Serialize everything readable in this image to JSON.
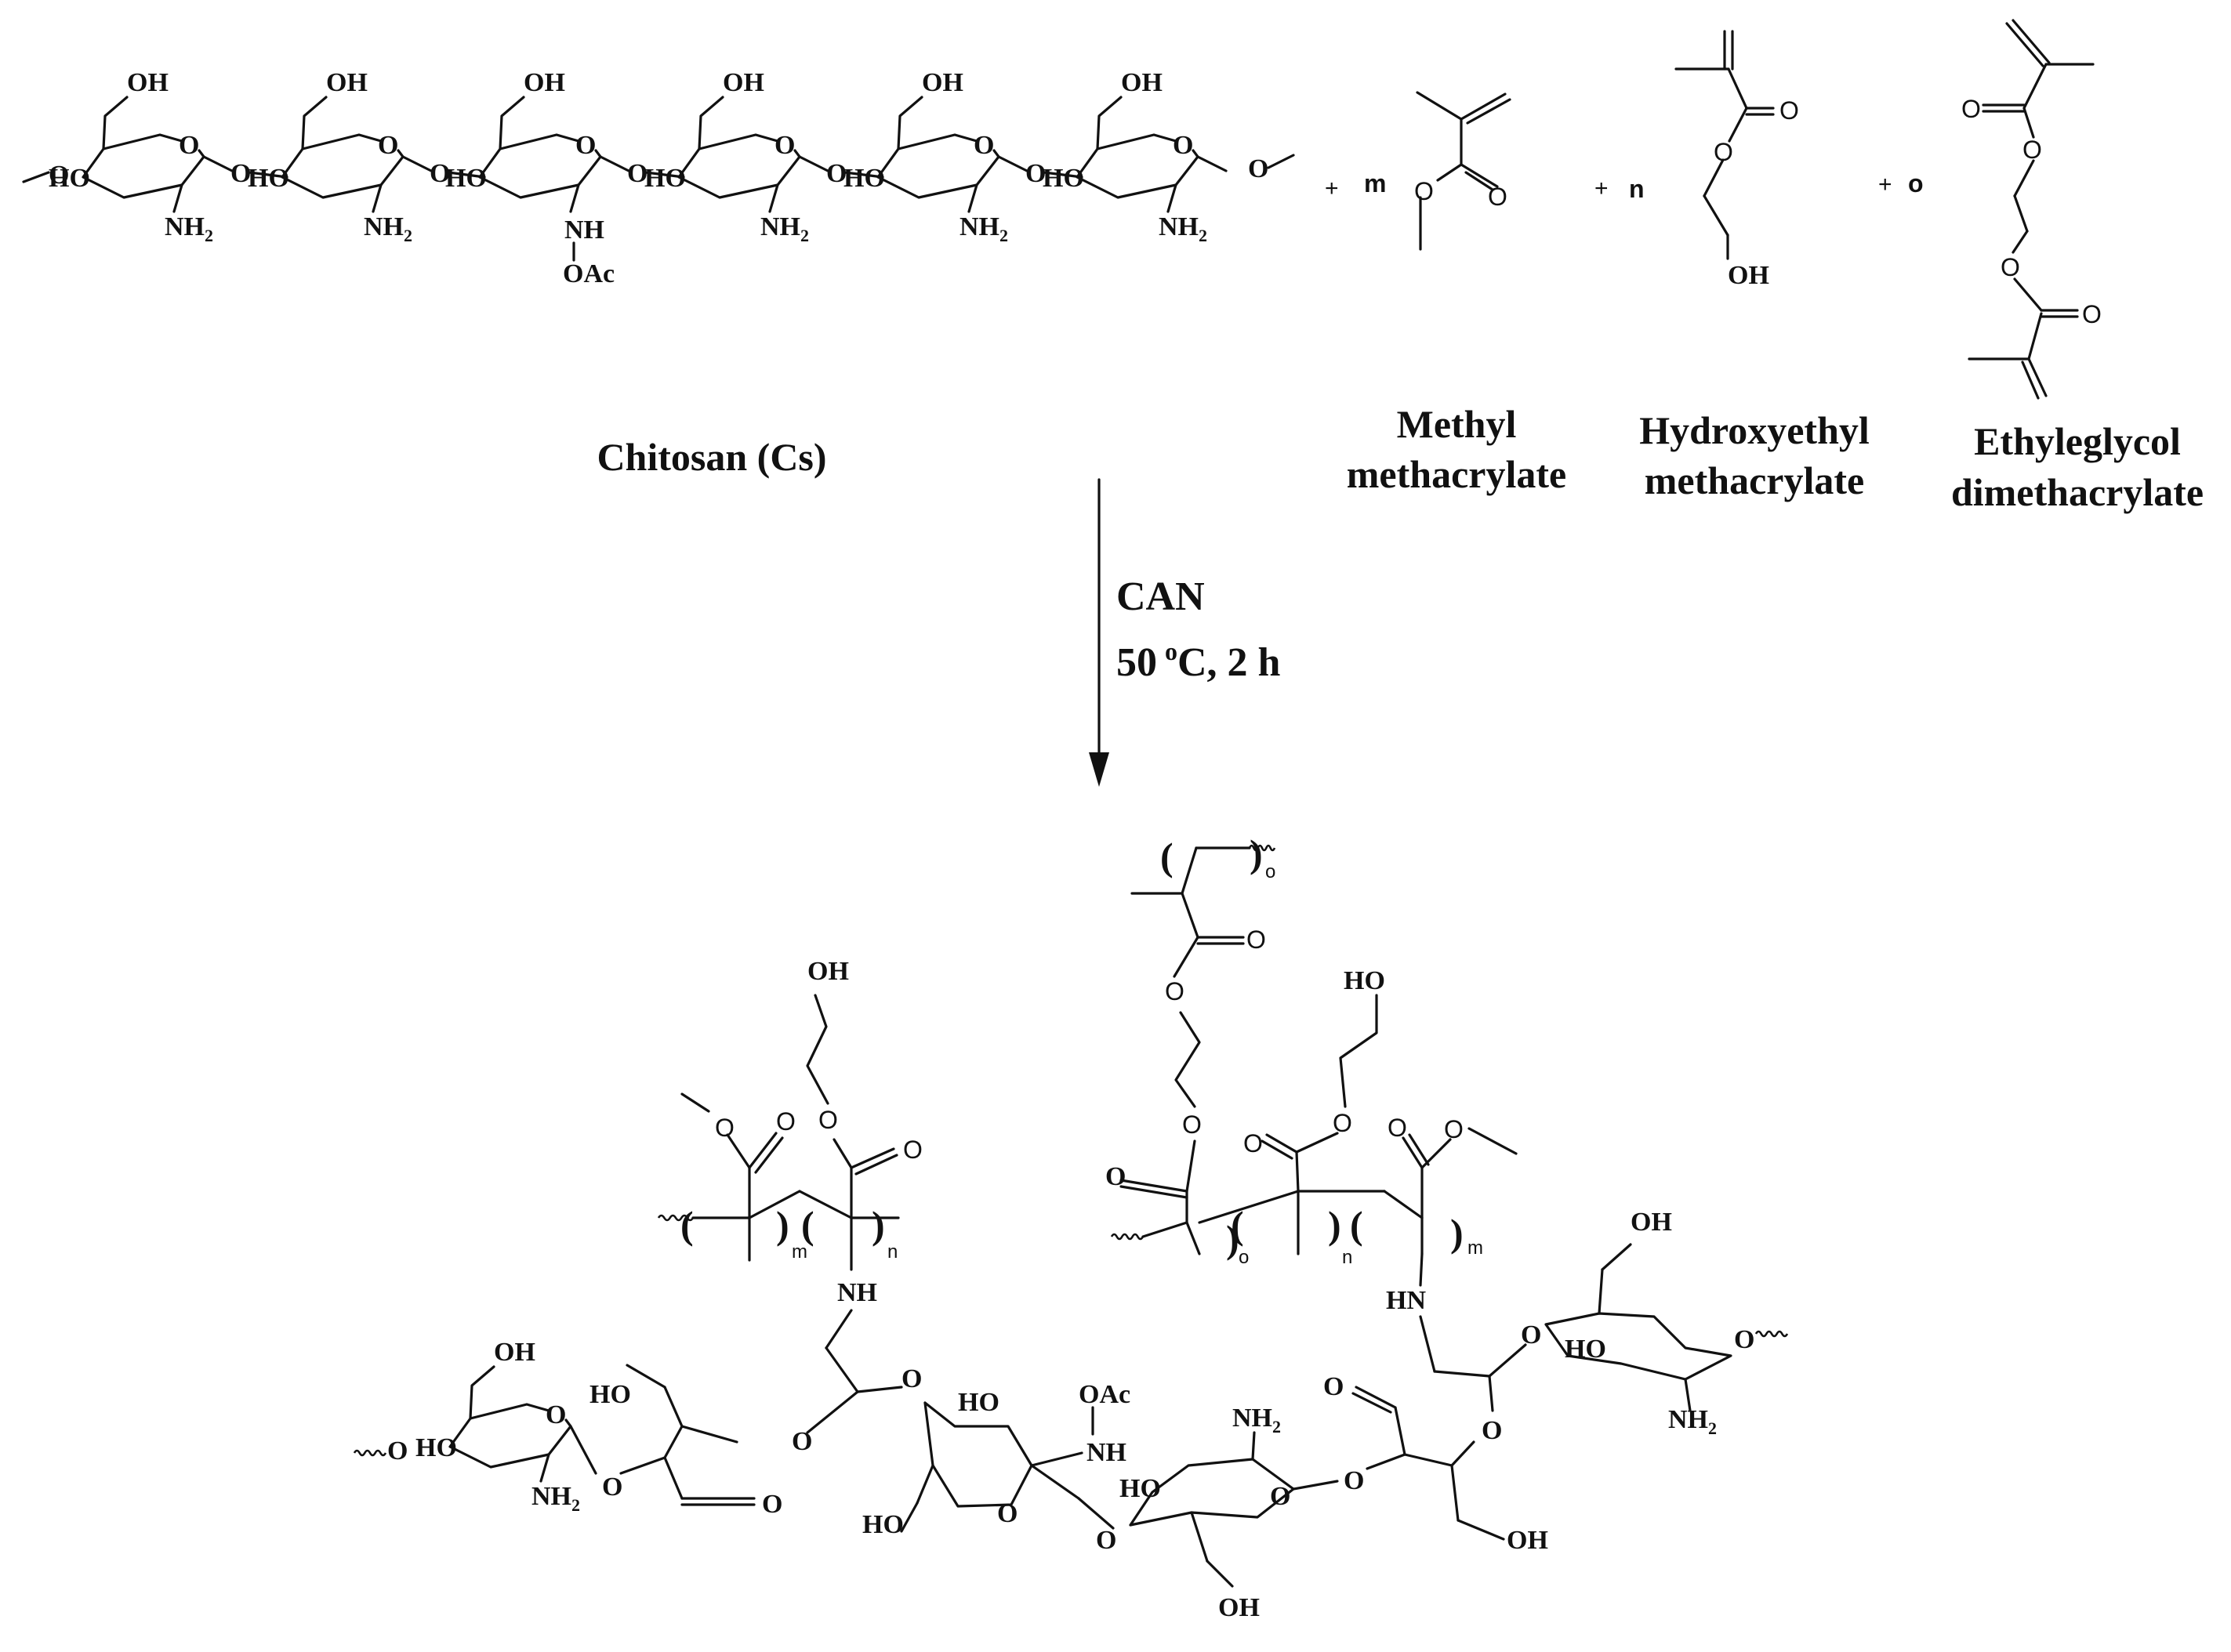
{
  "reactants": {
    "chitosan": {
      "name": "Chitosan (Cs)"
    },
    "mma": {
      "coefficient": "m",
      "name_line1": "Methyl",
      "name_line2": "methacrylate"
    },
    "hema": {
      "coefficient": "n",
      "name_line1": "Hydroxyethyl",
      "name_line2": "methacrylate"
    },
    "egdma": {
      "coefficient": "o",
      "name_line1": "Ethyleglycol",
      "name_line2": "dimethacrylate"
    },
    "plus_sign": "+"
  },
  "reaction": {
    "catalyst": "CAN",
    "temperature": "50",
    "temperature_unit_sup": "o",
    "conditions_rest": "C, 2 h"
  },
  "atom_labels": {
    "OH": "OH",
    "HO": "HO",
    "O": "O",
    "NH": "NH",
    "HN": "HN",
    "NH2": "NH",
    "two": "2",
    "OAc": "OAc"
  },
  "product": {
    "index_m": "m",
    "index_n": "n",
    "index_o": "o"
  }
}
